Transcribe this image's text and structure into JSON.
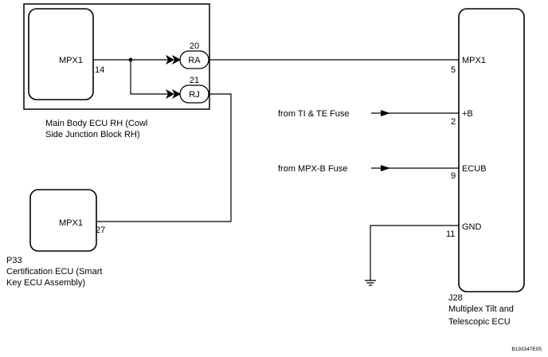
{
  "main_ecu": {
    "name_line1": "Main Body ECU RH (Cowl",
    "name_line2": "Side Junction Block RH)",
    "pin_name": "MPX1",
    "pin_number": "14",
    "connector_ra": {
      "number": "20",
      "label": "RA"
    },
    "connector_rj": {
      "number": "21",
      "label": "RJ"
    }
  },
  "cert_ecu": {
    "code": "P33",
    "name_line1": "Certification ECU (Smart",
    "name_line2": "Key ECU Assembly)",
    "pin_name": "MPX1",
    "pin_number": "27"
  },
  "tilt_ecu": {
    "code": "J28",
    "name_line1": "Multiplex Tilt and",
    "name_line2": "Telescopic ECU",
    "pins": [
      {
        "name": "MPX1",
        "number": "5"
      },
      {
        "name": "+B",
        "number": "2"
      },
      {
        "name": "ECUB",
        "number": "9"
      },
      {
        "name": "GND",
        "number": "11"
      }
    ]
  },
  "sources": {
    "ti_te_fuse": "from TI & TE Fuse",
    "mpx_b_fuse": "from MPX-B Fuse"
  },
  "figure_id": "B193347E05"
}
